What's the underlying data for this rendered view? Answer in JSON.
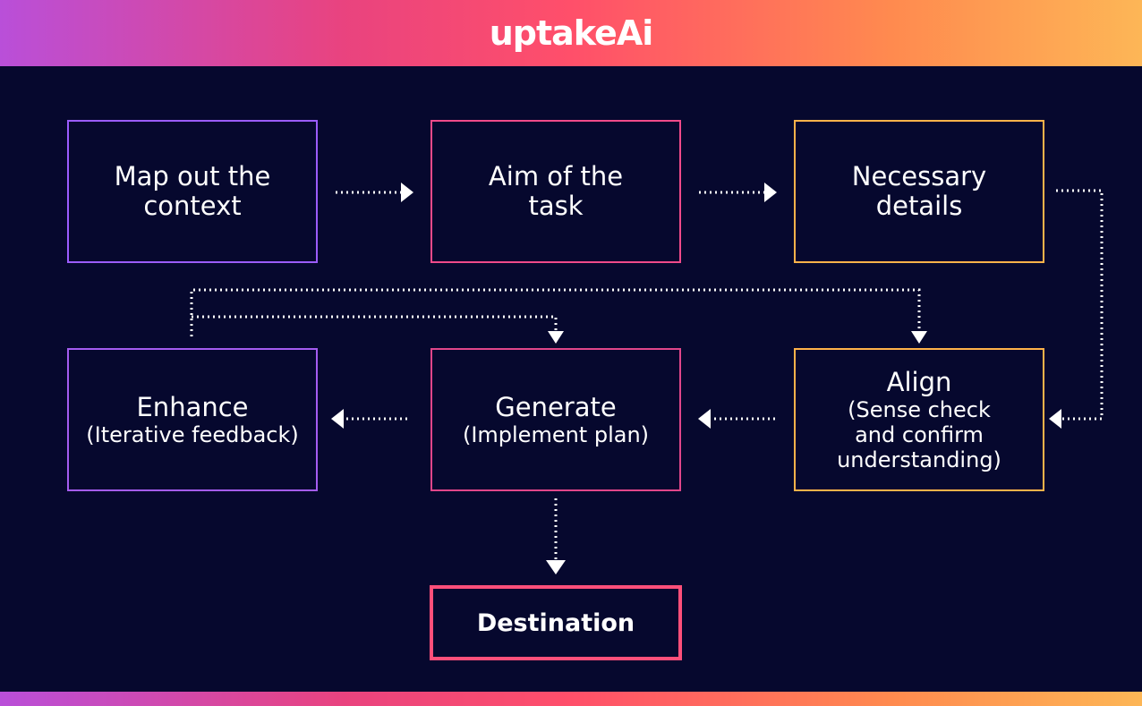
{
  "header": {
    "logo_text": "uptakeAi"
  },
  "colors": {
    "background": "#06082e",
    "purple": "#9b5cff",
    "pink": "#ff4f7a",
    "orange": "#ffb24a",
    "arrow": "#ffffff"
  },
  "steps": {
    "map": {
      "title": "Map out the context"
    },
    "aim": {
      "title": "Aim of the task"
    },
    "details": {
      "title": "Necessary details"
    },
    "align": {
      "title": "Align",
      "subtitle": "(Sense check and confirm understanding)"
    },
    "generate": {
      "title": "Generate",
      "subtitle": "(Implement plan)"
    },
    "enhance": {
      "title": "Enhance",
      "subtitle": "(Iterative feedback)"
    },
    "destination": {
      "title": "Destination"
    }
  }
}
